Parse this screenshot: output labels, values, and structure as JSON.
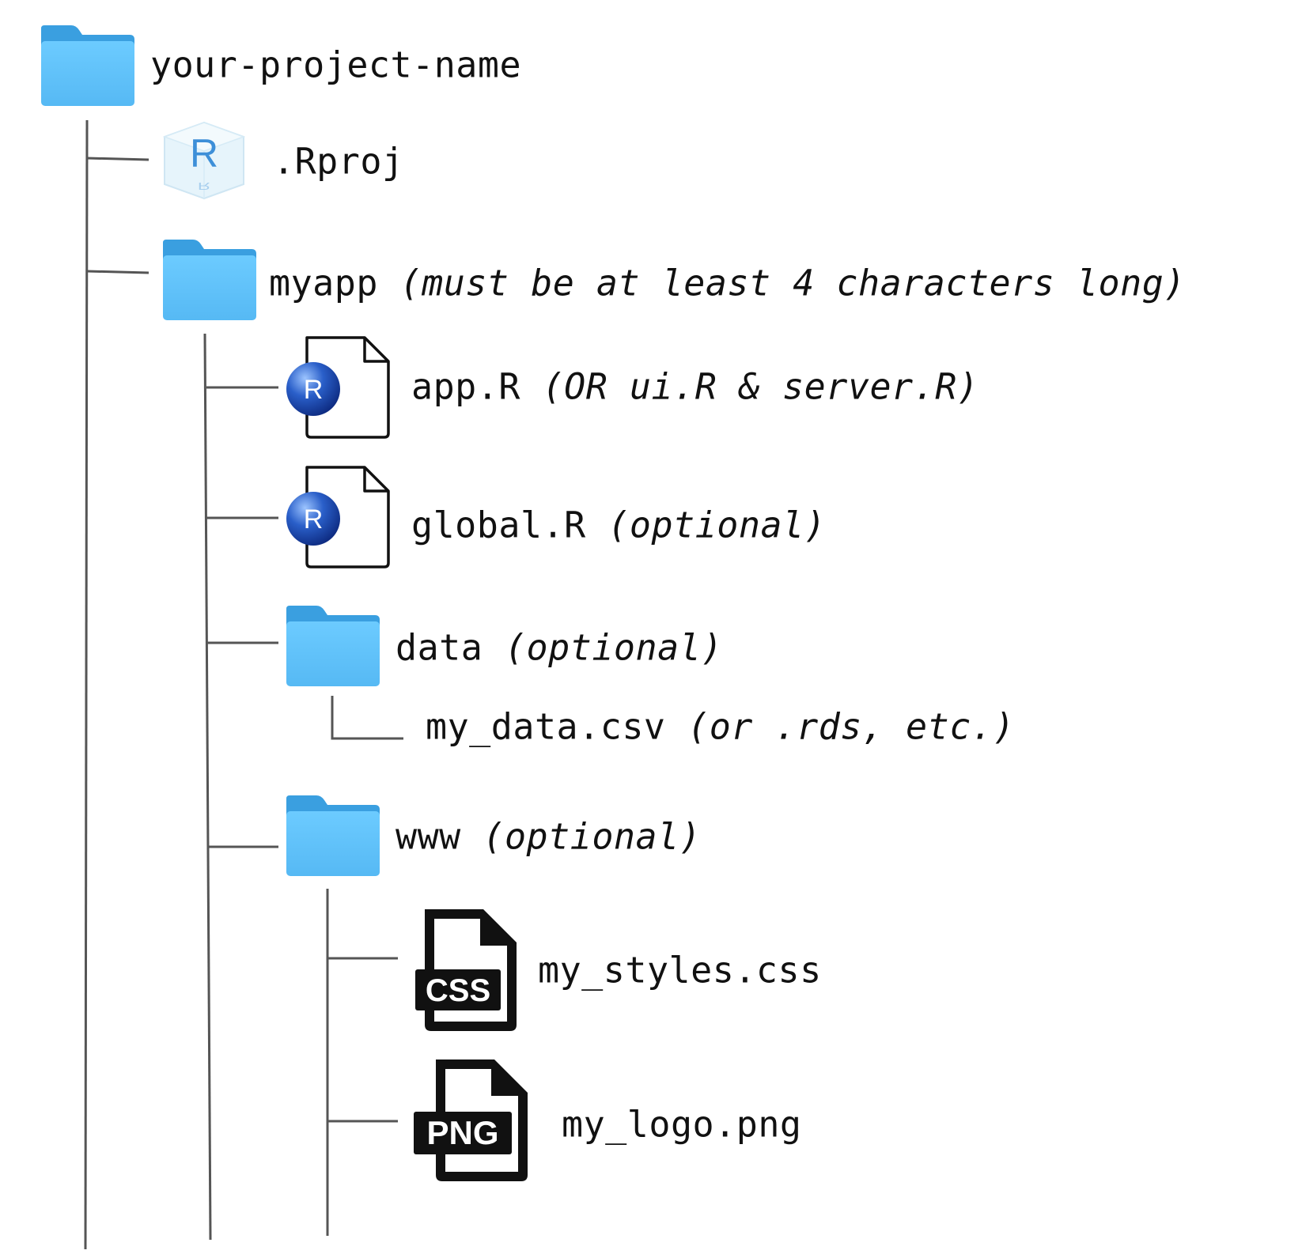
{
  "tree": {
    "root": {
      "name": "your-project-name",
      "icon": "folder-icon"
    },
    "rproj": {
      "name": ".Rproj",
      "icon": "rproj-icon"
    },
    "myapp": {
      "name": "myapp",
      "note": "(must be at least 4 characters long)",
      "icon": "folder-icon"
    },
    "app_r": {
      "name": "app.R",
      "note": "(OR ui.R & server.R)",
      "icon": "r-file-icon",
      "badge": "R"
    },
    "global_r": {
      "name": "global.R",
      "note": "(optional)",
      "icon": "r-file-icon",
      "badge": "R"
    },
    "data": {
      "name": "data",
      "note": "(optional)",
      "icon": "folder-icon"
    },
    "my_data": {
      "name": "my_data.csv",
      "note": "(or .rds, etc.)"
    },
    "www": {
      "name": "www",
      "note": "(optional)",
      "icon": "folder-icon"
    },
    "my_styles": {
      "name": "my_styles.css",
      "icon": "css-file-icon",
      "badge": "CSS"
    },
    "my_logo": {
      "name": "my_logo.png",
      "icon": "png-file-icon",
      "badge": "PNG"
    }
  },
  "colors": {
    "folder_light": "#6ccbff",
    "folder_dark": "#3a9fe0",
    "connector": "#555555",
    "r_badge": "#2a5fc9"
  }
}
